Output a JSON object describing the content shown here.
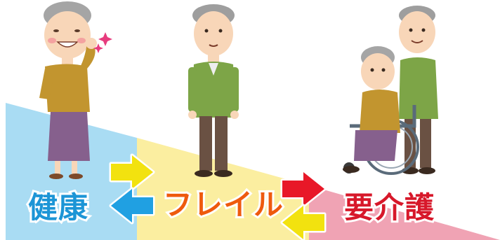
{
  "stages": {
    "healthy": {
      "label": "健康",
      "color": "#1c95d6"
    },
    "frailty": {
      "label": "フレイル",
      "color": "#ee5a0e"
    },
    "care": {
      "label": "要介護",
      "color": "#d7182a"
    }
  },
  "colors": {
    "band_blue": "#a9dcf3",
    "band_yellow": "#fbeea0",
    "band_pink": "#f0a3b4",
    "arrow_yellow": "#f2e20f",
    "arrow_blue": "#20a0e2",
    "arrow_red": "#e81828",
    "arrow_outline": "#ffffff"
  },
  "icons": [
    "smiling-elderly-woman-illustration",
    "standing-elderly-man-illustration",
    "wheelchair-caregiver-illustration",
    "right-arrow-icon",
    "left-arrow-icon"
  ]
}
